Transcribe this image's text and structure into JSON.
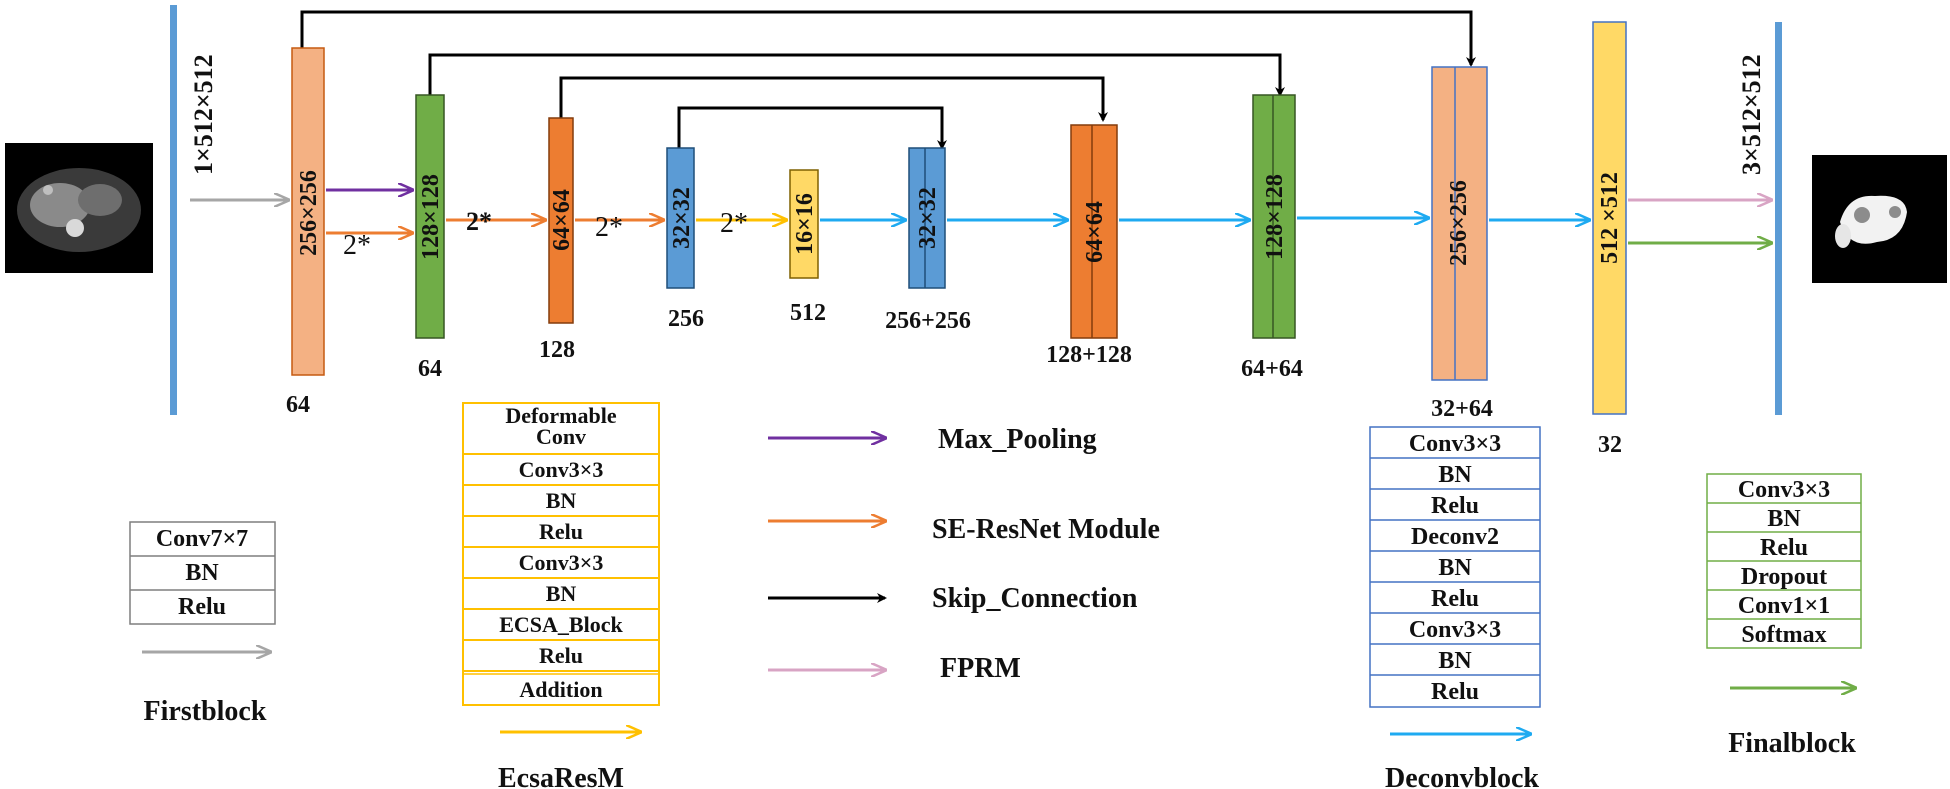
{
  "input_dims": "1×512×512",
  "output_dims": "3×512×512",
  "encoder": [
    {
      "dims": "256×256",
      "channels": "64"
    },
    {
      "dims": "128×128",
      "channels": "64"
    },
    {
      "dims": "64×64",
      "channels": "128"
    },
    {
      "dims": "32×32",
      "channels": "256"
    },
    {
      "dims": "16×16",
      "channels": "512"
    }
  ],
  "decoder": [
    {
      "dims": "32×32",
      "channels": "256+256"
    },
    {
      "dims": "64×64",
      "channels": "128+128"
    },
    {
      "dims": "128×128",
      "channels": "64+64"
    },
    {
      "dims": "256×256",
      "channels": "32+64"
    },
    {
      "dims": "512 ×512",
      "channels": "32"
    }
  ],
  "arrow_labels": [
    "2*",
    "2*",
    "2*",
    "2*"
  ],
  "legend": [
    {
      "label": "Max_Pooling",
      "color": "#7030a0"
    },
    {
      "label": "SE-ResNet Module",
      "color": "#ed7d31"
    },
    {
      "label": "Skip_Connection",
      "color": "#000000"
    },
    {
      "label": "FPRM",
      "color": "#d8a4c4"
    }
  ],
  "firstblock": {
    "title": "Firstblock",
    "rows": [
      "Conv7×7",
      "BN",
      "Relu"
    ],
    "arrow_color": "#a6a6a6"
  },
  "ecsaresm": {
    "title": "EcsaResM",
    "rows": [
      "Deformable Conv",
      "Conv3×3",
      "BN",
      "Relu",
      "Conv3×3",
      "BN",
      "ECSA_Block",
      "Relu",
      "Addition"
    ],
    "arrow_color": "#ffc000"
  },
  "deconvblock": {
    "title": "Deconvblock",
    "rows": [
      "Conv3×3",
      "BN",
      "Relu",
      "Deconv2",
      "BN",
      "Relu",
      "Conv3×3",
      "BN",
      "Relu"
    ],
    "arrow_color": "#1eaaf1"
  },
  "finalblock": {
    "title": "Finalblock",
    "rows": [
      "Conv3×3",
      "BN",
      "Relu",
      "Dropout",
      "Conv1×1",
      "Softmax"
    ],
    "arrow_color": "#70ad47"
  },
  "colors": {
    "input_bar": "#5b9bd5",
    "salmon": "#f4b183",
    "green": "#70ad47",
    "orange": "#ed7d31",
    "blue": "#5b9bd5",
    "yellow": "#ffd966",
    "ecsa_border": "#ffc000",
    "deconv_border": "#4472c4",
    "final_border": "#70ad47"
  }
}
